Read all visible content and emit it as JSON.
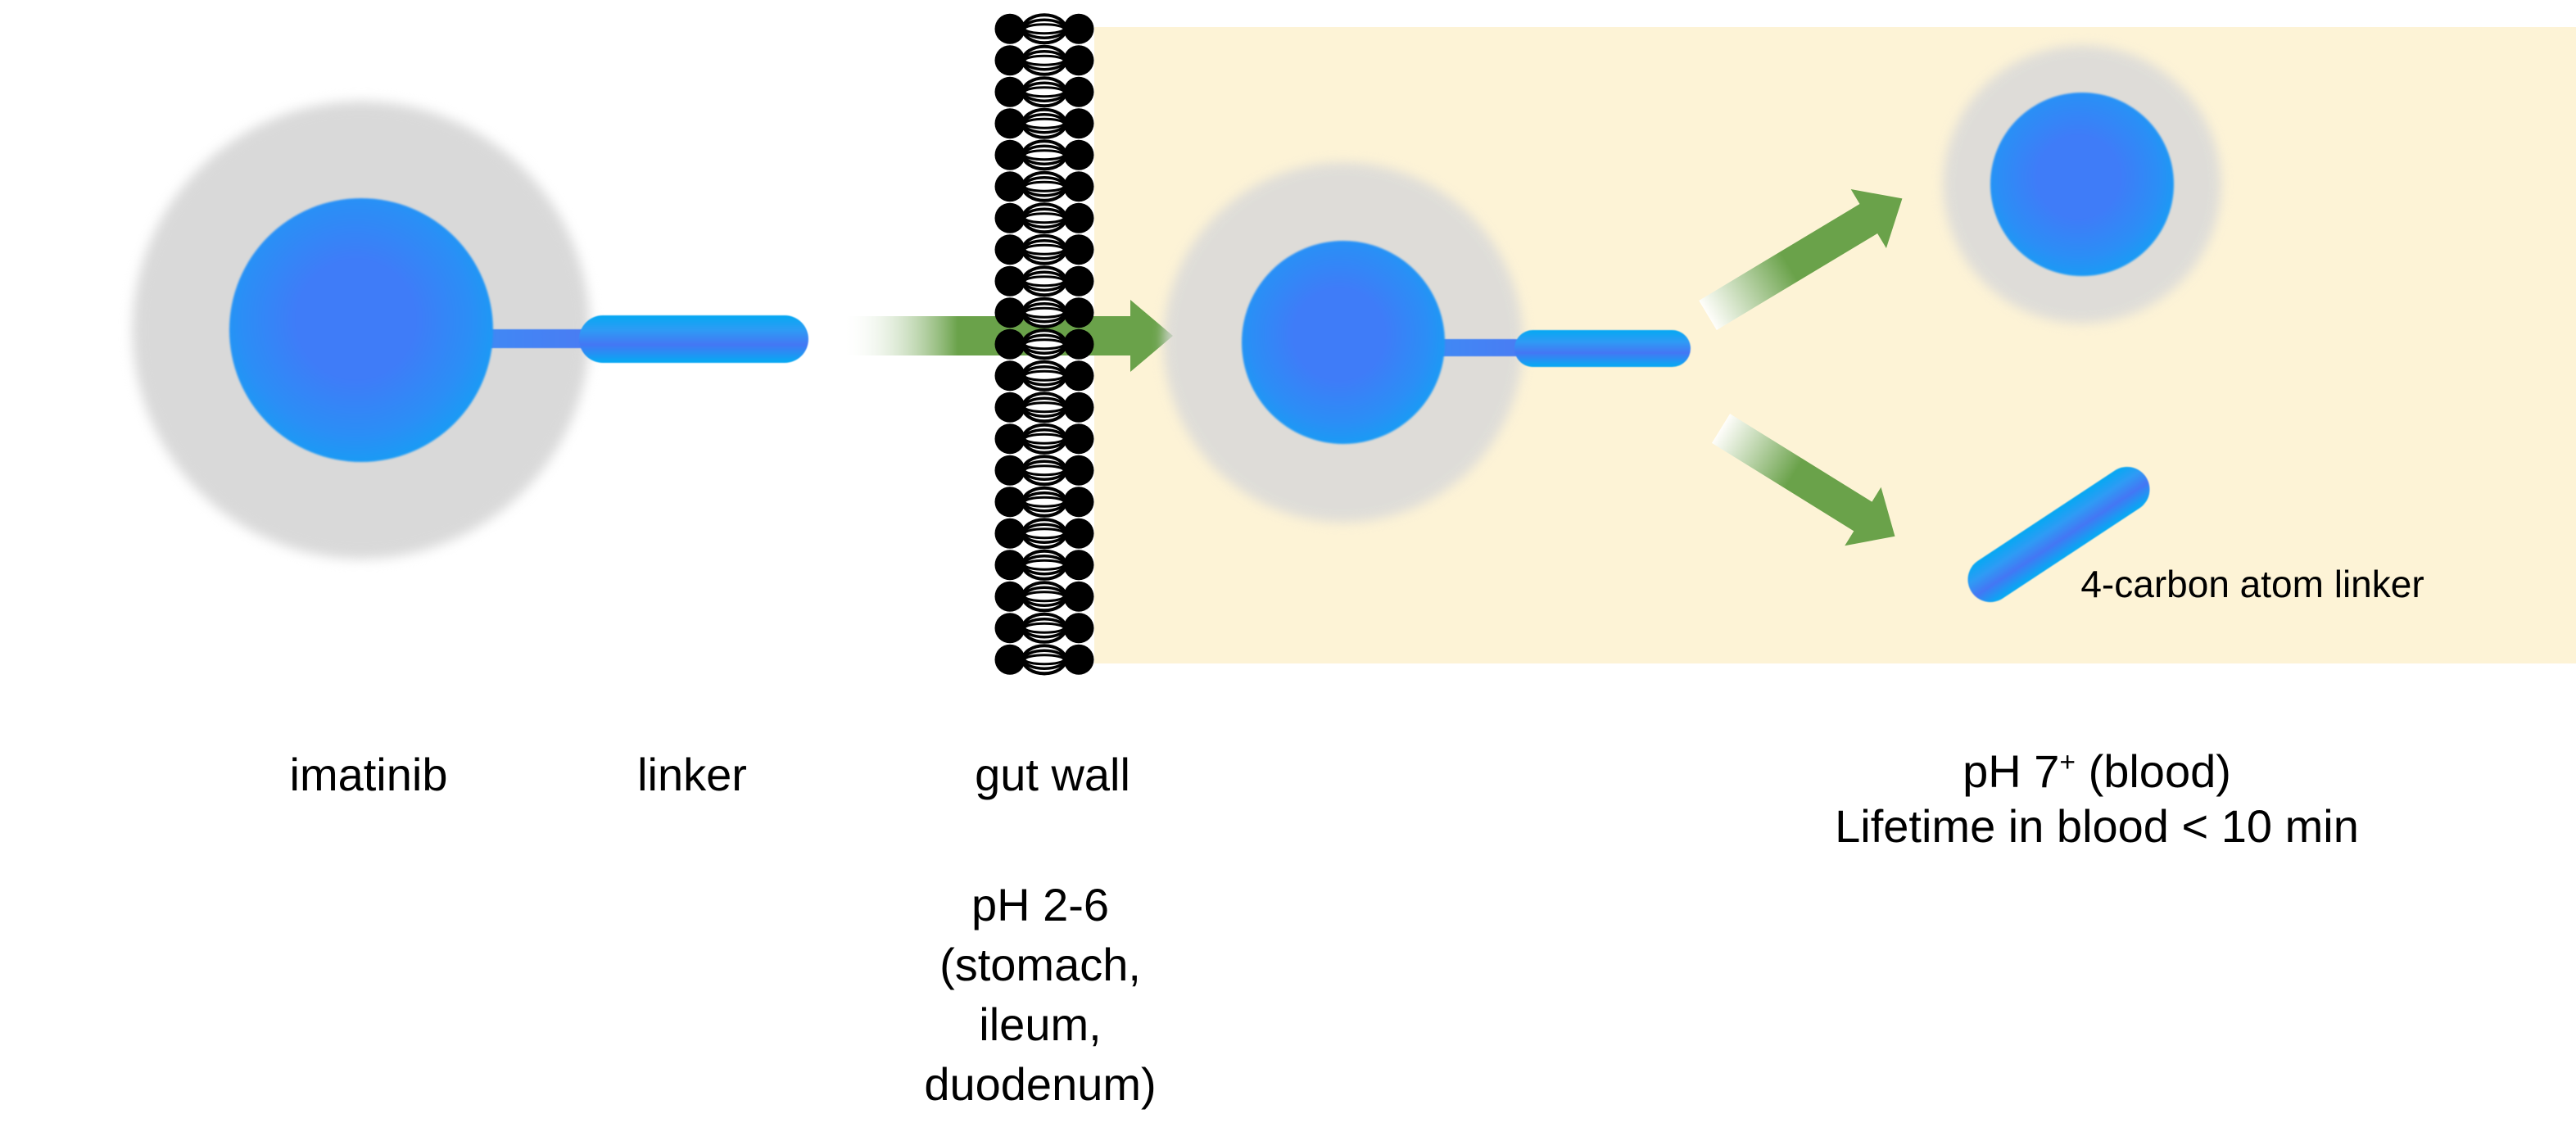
{
  "colors": {
    "cream": "#FDF3D6",
    "arrow-green": "#6AA24A",
    "mol-edge": "#0AA7F3",
    "mol-core": "#3F7CF8",
    "pill-mid": "#4477F4",
    "stem-blue": "#4A7CF3",
    "halo-gray": "#D9D9D9",
    "membrane-black": "#000000",
    "text-black": "#000000"
  },
  "labels": {
    "imatinib": "imatinib",
    "linker": "linker",
    "gut_wall": "gut wall",
    "gut_ph": {
      "line1": "pH 2-6",
      "line2": "(stomach,",
      "line3": "ileum,",
      "line4": "duodenum)"
    },
    "blood_ph": {
      "prefix": "pH 7",
      "sup": "+",
      "suffix": " (blood)",
      "line2": "Lifetime in blood < 10 min"
    },
    "free_linker": "4-carbon atom linker"
  }
}
